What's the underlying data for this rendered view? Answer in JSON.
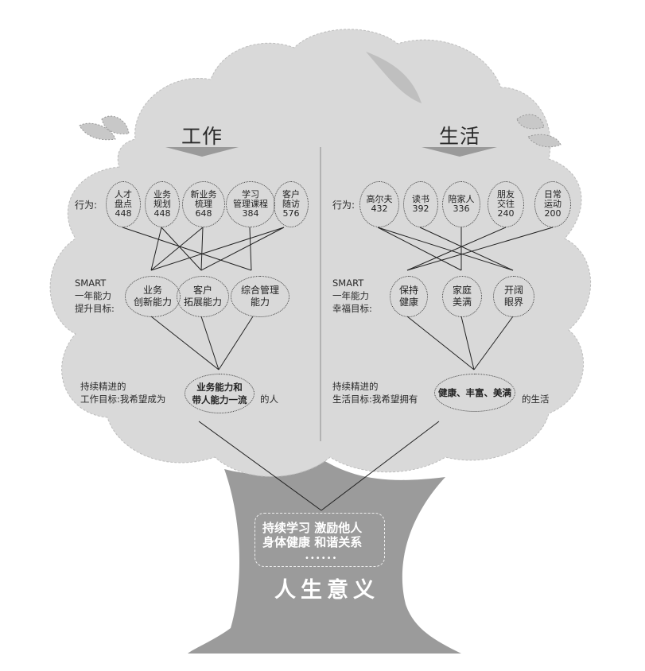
{
  "work": {
    "heading": "工作",
    "behavior_prefix": "行为:",
    "behaviors": [
      "人才\n盘点\n448",
      "业务\n规划\n448",
      "新业务\n梳理\n648",
      "学习\n管理课程\n384",
      "客户\n随访\n576"
    ],
    "smart_label": "SMART\n一年能力\n提升目标:",
    "abilities": [
      "业务\n创新能力",
      "客户\n拓展能力",
      "综合管理\n能力"
    ],
    "goal_prefix": "持续精进的\n工作目标:我希望成为",
    "goal": "业务能力和\n带人能力一流",
    "goal_suffix": "的人"
  },
  "life": {
    "heading": "生活",
    "behavior_prefix": "行为:",
    "behaviors": [
      "高尔夫\n432",
      "读书\n392",
      "陪家人\n336",
      "朋友\n交往\n240",
      "日常\n运动\n200"
    ],
    "smart_label": "SMART\n一年能力\n幸福目标:",
    "abilities": [
      "保持\n健康",
      "家庭\n美满",
      "开阔\n眼界"
    ],
    "goal_prefix": "持续精进的\n生活目标:我希望拥有",
    "goal": "健康、丰富、美满",
    "goal_suffix": "的生活"
  },
  "trunk": {
    "lines": "持续学习  激励他人\n身体健康  和谐关系",
    "dots": "••••••",
    "meaning": "人生意义"
  },
  "colors": {
    "canopy": "#d9d9d9",
    "trunk": "#9a9a9a",
    "text": "#2a2a2a"
  }
}
